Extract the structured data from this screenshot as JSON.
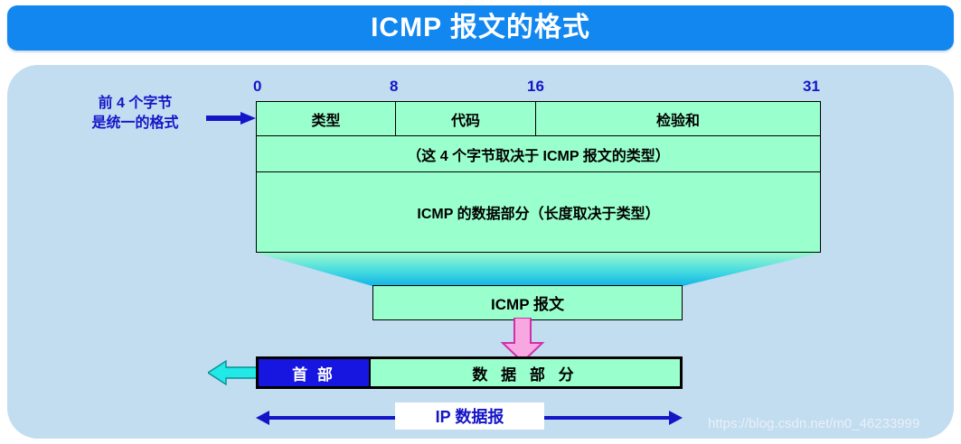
{
  "title": "ICMP 报文的格式",
  "annotation": {
    "line1": "前 4 个字节",
    "line2": "是统一的格式",
    "arrow_icon": "arrow-right-icon"
  },
  "bit_ruler": {
    "ticks": [
      "0",
      "8",
      "16",
      "31"
    ]
  },
  "icmp_table": {
    "row_fields": [
      "类型",
      "代码",
      "检验和"
    ],
    "row_depends": "（这 4 个字节取决于 ICMP 报文的类型）",
    "row_data": "ICMP 的数据部分（长度取决于类型）"
  },
  "funnel": {
    "icon": "funnel-shape",
    "gradient_top": "#9bf8cf",
    "gradient_bottom": "#12b5e5"
  },
  "icmp_message_box": {
    "label": "ICMP 报文"
  },
  "encapsulation_arrow": {
    "icon": "arrow-down-icon",
    "fill": "#f7a8e0",
    "stroke": "#d02fa8"
  },
  "ip_datagram_row": {
    "header_label": "首 部",
    "payload_label": "数 据 部 分",
    "header_color": "#1616e0",
    "payload_color": "#99ffcc",
    "left_arrow_icon": "arrow-left-icon",
    "left_arrow_fill": "#22e8e8"
  },
  "dimension": {
    "label": "IP 数据报",
    "arrow_icon": "double-headed-arrow-icon"
  },
  "watermark": "https://blog.csdn.net/m0_46233999",
  "colors": {
    "title_bar": "#1287ef",
    "panel": "#c2dcf0",
    "table_fill": "#99ffcc",
    "accent_blue": "#1515c8"
  }
}
